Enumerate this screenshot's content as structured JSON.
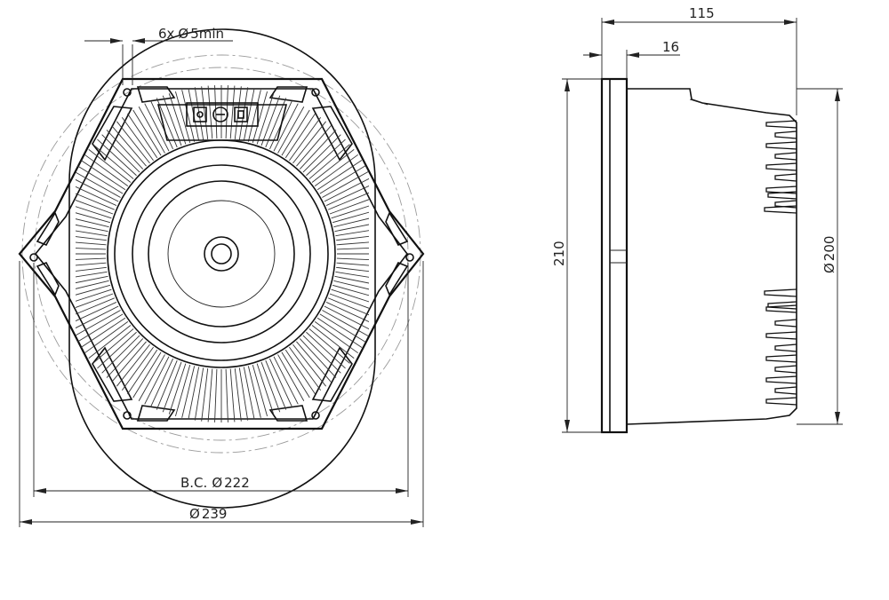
{
  "front_view": {
    "holes_label": "6x",
    "holes_dia_symbol": "Ø",
    "holes_value": "5min",
    "bolt_circle_label": "B.C.",
    "bolt_circle_symbol": "Ø",
    "bolt_circle_value": "222",
    "outer_symbol": "Ø",
    "outer_value": "239"
  },
  "side_view": {
    "overall_depth": "115",
    "flange_thickness": "16",
    "height": "210",
    "basket_symbol": "Ø",
    "basket_value": "200"
  },
  "colors": {
    "line": "#111111",
    "centerline": "#9a9a9a",
    "text": "#222222"
  }
}
